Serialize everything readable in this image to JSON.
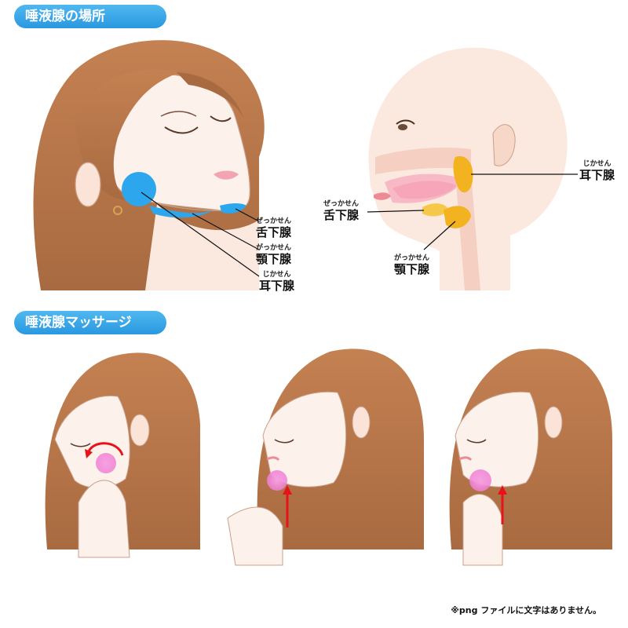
{
  "sections": {
    "location_title": "唾液腺の場所",
    "massage_title": "唾液腺マッサージ"
  },
  "labels": {
    "front": {
      "sublingual": {
        "ruby": "ぜっかせん",
        "name": "舌下腺"
      },
      "submandibular": {
        "ruby": "がっかせん",
        "name": "顎下腺"
      },
      "parotid": {
        "ruby": "じかせん",
        "name": "耳下腺"
      }
    },
    "side": {
      "parotid": {
        "ruby": "じかせん",
        "name": "耳下腺"
      },
      "sublingual": {
        "ruby": "ぜっかせん",
        "name": "舌下腺"
      },
      "submandibular": {
        "ruby": "がっかせん",
        "name": "顎下腺"
      }
    }
  },
  "note": "※png ファイルに文字はありません。",
  "colors": {
    "header": "#2a98e0",
    "hair": "#b57649",
    "skin": "#fdf0ea",
    "gland_front": "#2ca7ee",
    "gland_side": "#f3b21f",
    "massage_spot": "#f08ad8",
    "arrow": "#e8131a"
  },
  "icons": {
    "rotate": "circular-arrow-icon",
    "up": "up-arrow-icon"
  }
}
